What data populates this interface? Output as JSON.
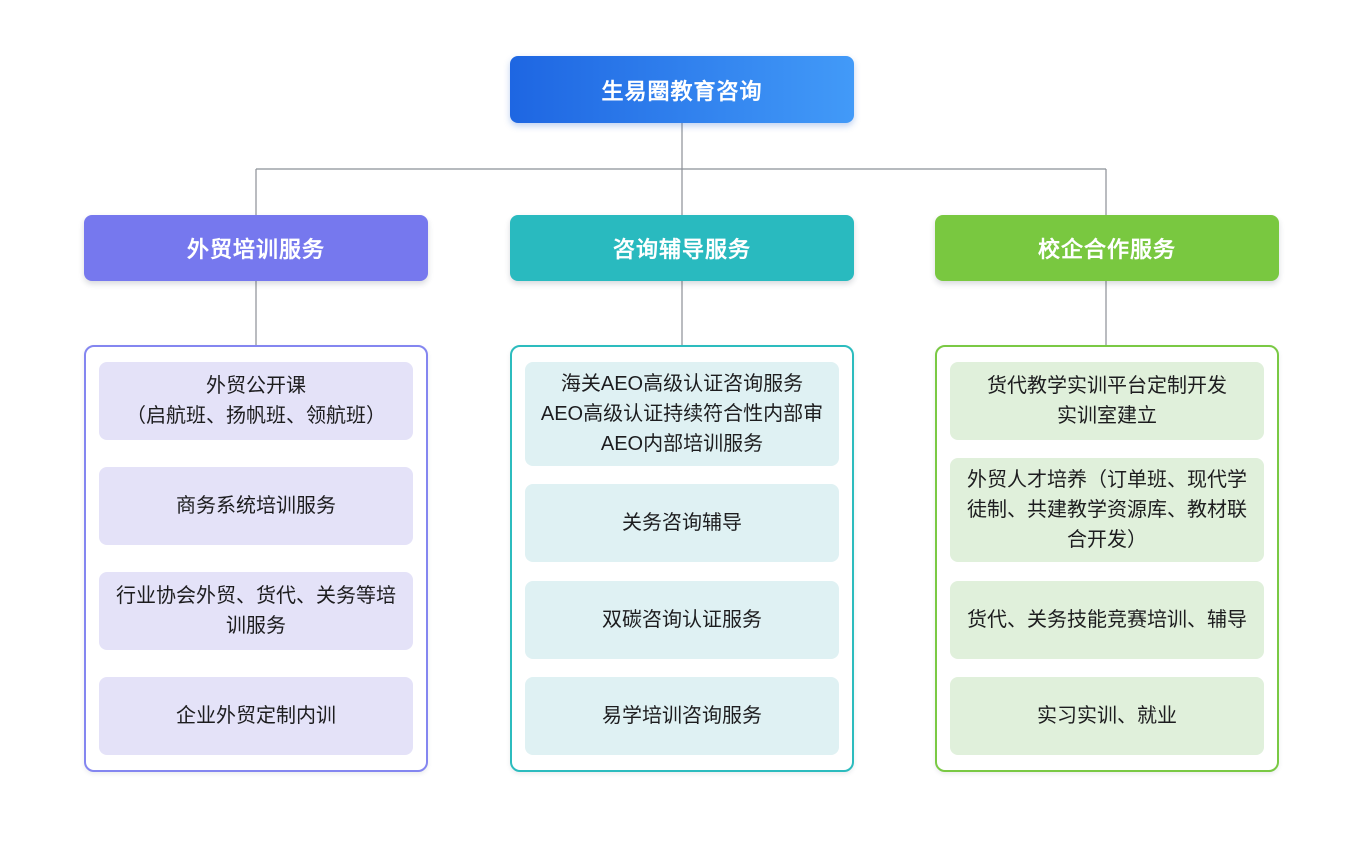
{
  "diagram": {
    "type": "org-tree",
    "connector_color": "#8B9096",
    "root": {
      "label": "生易圈教育咨询",
      "gradient_from": "#1E66E2",
      "gradient_to": "#429AF8",
      "text_color": "#FFFFFF"
    },
    "branches": [
      {
        "label": "外贸培训服务",
        "header_color": "#7678EE",
        "border_color": "#8486F0",
        "item_bg_color": "#E4E2F8",
        "items": [
          {
            "lines": [
              "外贸公开课",
              "（启航班、扬帆班、领航班）"
            ]
          },
          {
            "lines": [
              "商务系统培训服务"
            ]
          },
          {
            "lines": [
              "行业协会外贸、货代、关务等培训服务"
            ]
          },
          {
            "lines": [
              "企业外贸定制内训"
            ]
          }
        ]
      },
      {
        "label": "咨询辅导服务",
        "header_color": "#29BABF",
        "border_color": "#2CBCBE",
        "item_bg_color": "#DFF1F3",
        "items": [
          {
            "lines": [
              "海关AEO高级认证咨询服务",
              "AEO高级认证持续符合性内部审",
              "AEO内部培训服务"
            ]
          },
          {
            "lines": [
              "关务咨询辅导"
            ]
          },
          {
            "lines": [
              "双碳咨询认证服务"
            ]
          },
          {
            "lines": [
              "易学培训咨询服务"
            ]
          }
        ]
      },
      {
        "label": "校企合作服务",
        "header_color": "#79C840",
        "border_color": "#7AC944",
        "item_bg_color": "#E0F0DB",
        "items": [
          {
            "lines": [
              "货代教学实训平台定制开发",
              "实训室建立"
            ]
          },
          {
            "lines": [
              "外贸人才培养（订单班、现代学徒制、共建教学资源库、教材联合开发）"
            ]
          },
          {
            "lines": [
              "货代、关务技能竞赛培训、辅导"
            ]
          },
          {
            "lines": [
              "实习实训、就业"
            ]
          }
        ]
      }
    ]
  }
}
